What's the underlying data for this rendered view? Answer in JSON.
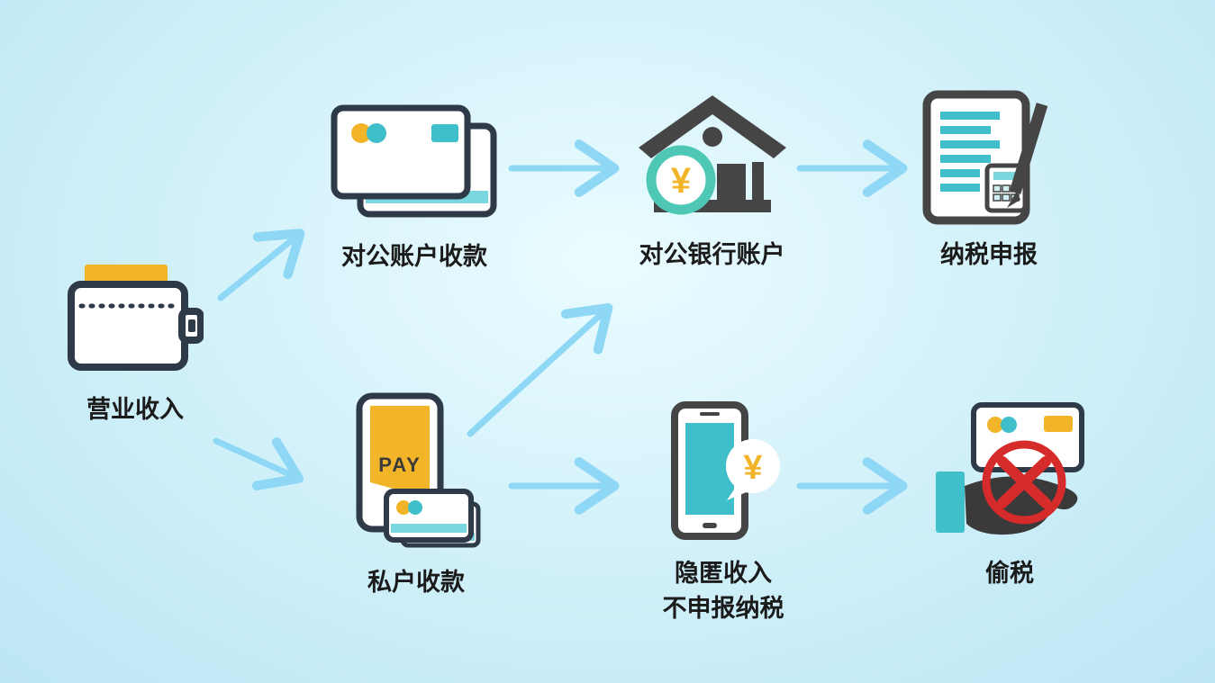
{
  "diagram_title": "",
  "currency_symbol": "¥",
  "pay_text": "PAY",
  "nodes": [
    {
      "id": "business-income",
      "label": "营业收入",
      "icon": "wallet-icon"
    },
    {
      "id": "corporate-collection",
      "label": "对公账户收款",
      "icon": "bank-cards-icon"
    },
    {
      "id": "corporate-bank-account",
      "label": "对公银行账户",
      "icon": "bank-building-icon"
    },
    {
      "id": "tax-declaration",
      "label": "纳税申报",
      "icon": "tax-form-icon"
    },
    {
      "id": "private-collection",
      "label": "私户收款",
      "icon": "mobile-pay-icon"
    },
    {
      "id": "hidden-income",
      "label": "隐匿收入",
      "label2": "不申报纳税",
      "icon": "hidden-income-phone-icon"
    },
    {
      "id": "tax-evasion",
      "label": "偷税",
      "icon": "tax-evasion-icon"
    }
  ],
  "edges": [
    {
      "from": "business-income",
      "to": "corporate-collection"
    },
    {
      "from": "business-income",
      "to": "private-collection"
    },
    {
      "from": "corporate-collection",
      "to": "corporate-bank-account"
    },
    {
      "from": "corporate-bank-account",
      "to": "tax-declaration"
    },
    {
      "from": "private-collection",
      "to": "corporate-bank-account"
    },
    {
      "from": "private-collection",
      "to": "hidden-income"
    },
    {
      "from": "hidden-income",
      "to": "tax-evasion"
    }
  ],
  "colors": {
    "bg": "#c7ecf7",
    "bg-light": "#eafcff",
    "navy": "#2e3a48",
    "charcoal": "#454545",
    "yellow": "#f2b52a",
    "teal": "#3fbfc9",
    "teal-light": "#7ad6df",
    "mint": "#4ec7b5",
    "red": "#d62b2b",
    "arrow": "#8fd8f5",
    "text": "#1b1b1b"
  }
}
